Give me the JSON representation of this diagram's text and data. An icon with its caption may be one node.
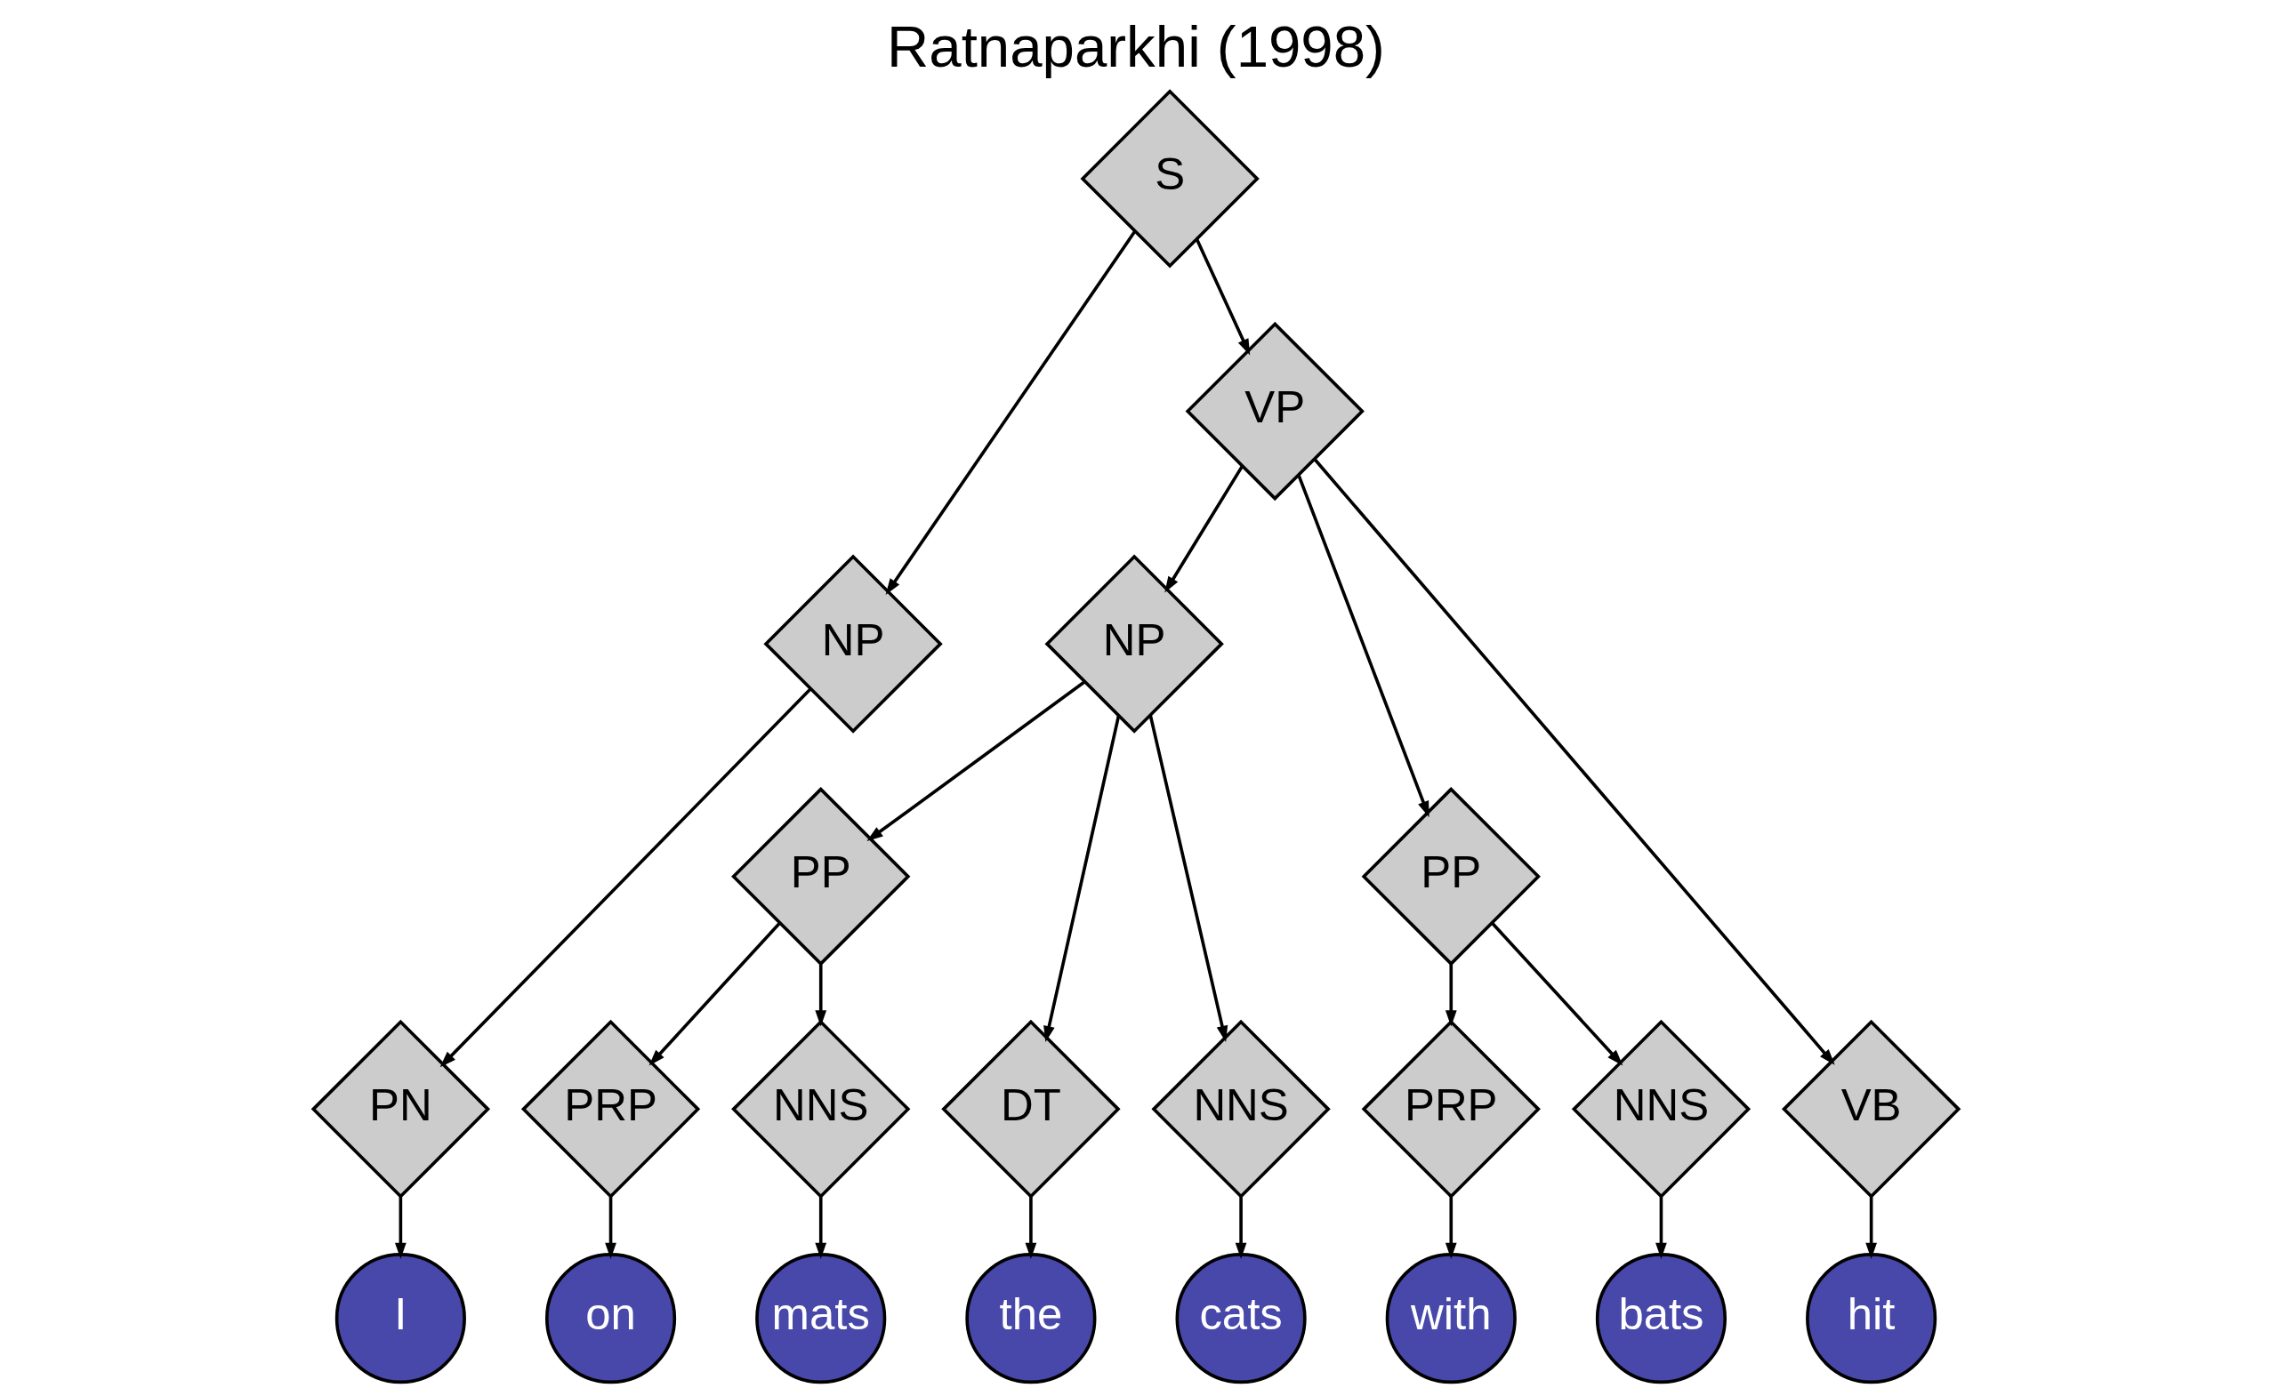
{
  "diagram": {
    "title": "Ratnaparkhi (1998)",
    "nodes": [
      {
        "text": [
          "S"
        ]
      },
      {
        "text": [
          "NP"
        ]
      },
      {
        "text": [
          "VP"
        ]
      },
      {
        "text": [
          "NP"
        ]
      },
      {
        "text": [
          "PP"
        ]
      },
      {
        "text": [
          "PP"
        ]
      },
      {
        "text": [
          "PN"
        ]
      },
      {
        "text": [
          "VB"
        ]
      },
      {
        "text": [
          "DT"
        ]
      },
      {
        "text": [
          "NNS"
        ]
      },
      {
        "text": [
          "PRP"
        ]
      },
      {
        "text": [
          "NNS"
        ]
      },
      {
        "text": [
          "PRP"
        ]
      },
      {
        "text": [
          "NNS"
        ]
      },
      {
        "text": [
          "I"
        ]
      },
      {
        "text": [
          "hit"
        ]
      },
      {
        "text": [
          "the"
        ]
      },
      {
        "text": [
          "cats"
        ]
      },
      {
        "text": [
          "on"
        ]
      },
      {
        "text": [
          "mats"
        ]
      },
      {
        "text": [
          "with"
        ]
      },
      {
        "text": [
          "bats"
        ]
      }
    ],
    "edges": [
      {
        "from": 0,
        "to": 1,
        "arrow": "to"
      },
      {
        "from": 0,
        "to": 2,
        "arrow": "to"
      },
      {
        "from": 1,
        "to": 6,
        "arrow": "to"
      },
      {
        "from": 2,
        "to": 7,
        "arrow": "to"
      },
      {
        "from": 2,
        "to": 3,
        "arrow": "to"
      },
      {
        "from": 2,
        "to": 5,
        "arrow": "to"
      },
      {
        "from": 3,
        "to": 8,
        "arrow": "to"
      },
      {
        "from": 3,
        "to": 9,
        "arrow": "to"
      },
      {
        "from": 3,
        "to": 4,
        "arrow": "to"
      },
      {
        "from": 4,
        "to": 10,
        "arrow": "to"
      },
      {
        "from": 4,
        "to": 11,
        "arrow": "to"
      },
      {
        "from": 5,
        "to": 12,
        "arrow": "to"
      },
      {
        "from": 5,
        "to": 13,
        "arrow": "to"
      },
      {
        "from": 6,
        "to": 14,
        "arrow": "to"
      },
      {
        "from": 7,
        "to": 15,
        "arrow": "to"
      },
      {
        "from": 8,
        "to": 16,
        "arrow": "to"
      },
      {
        "from": 9,
        "to": 17,
        "arrow": "to"
      },
      {
        "from": 10,
        "to": 18,
        "arrow": "to"
      },
      {
        "from": 11,
        "to": 19,
        "arrow": "to"
      },
      {
        "from": 12,
        "to": 20,
        "arrow": "to"
      },
      {
        "from": 13,
        "to": 21,
        "arrow": "to"
      }
    ]
  }
}
